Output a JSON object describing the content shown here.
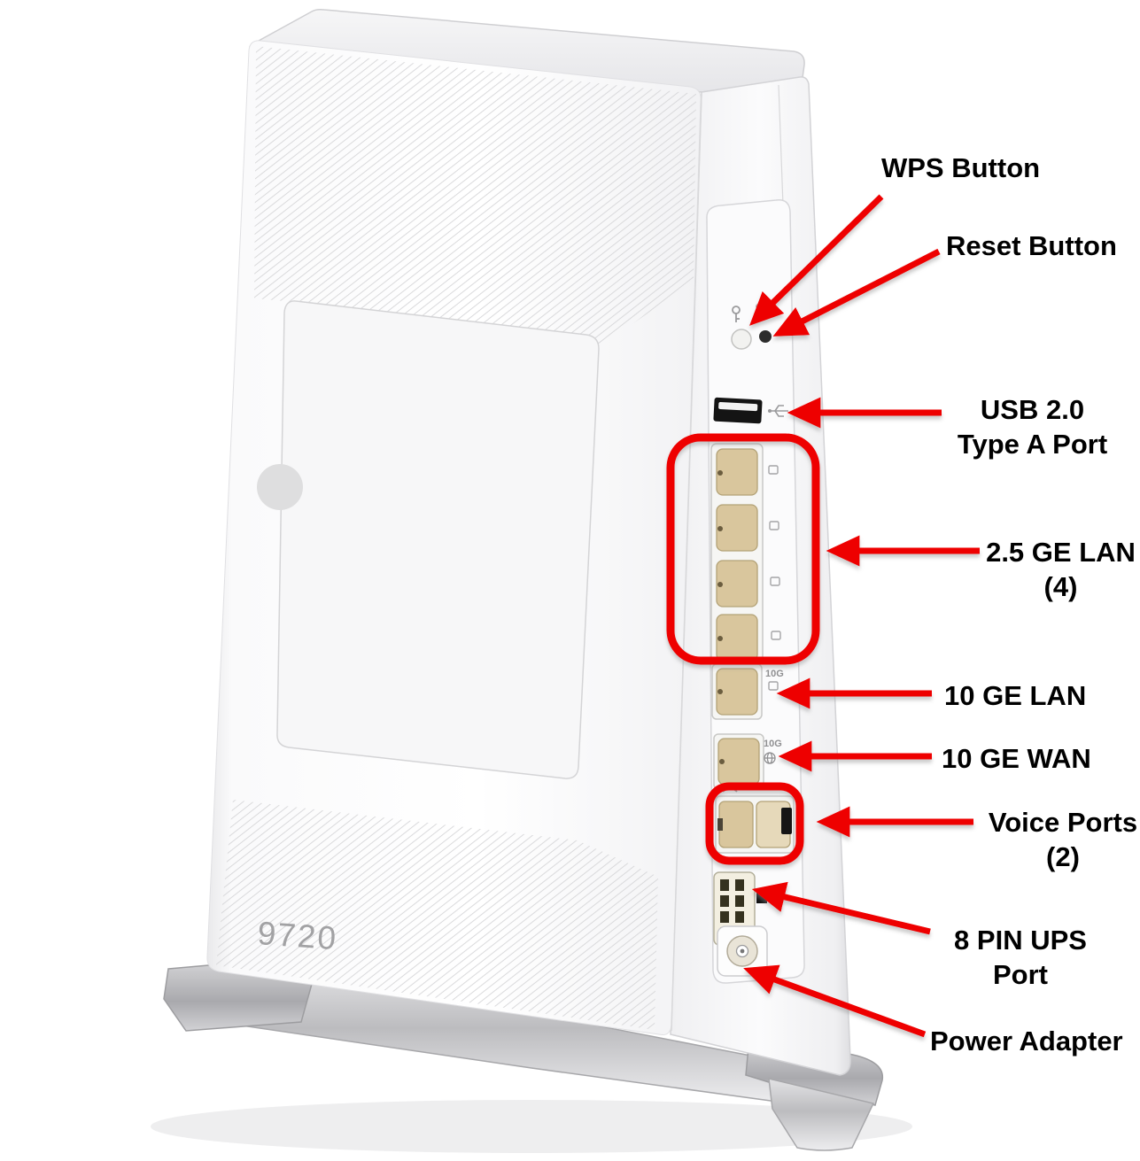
{
  "diagram": {
    "device_model": "9720",
    "markings": {
      "lan_10g": "10G",
      "wan_10g": "10G"
    }
  },
  "callouts": {
    "wps": {
      "label": "WPS Button"
    },
    "reset": {
      "label": "Reset Button"
    },
    "usb": {
      "line1": "USB 2.0",
      "line2": "Type A Port"
    },
    "lan25": {
      "line1": "2.5 GE LAN",
      "line2": "(4)"
    },
    "lan10": {
      "label": "10 GE LAN"
    },
    "wan10": {
      "label": "10 GE WAN"
    },
    "voice": {
      "line1": "Voice Ports",
      "line2": "(2)"
    },
    "ups": {
      "line1": "8 PIN UPS",
      "line2": "Port"
    },
    "power": {
      "label": "Power Adapter"
    }
  },
  "colors": {
    "annotation_red": "#ee0000",
    "label_text": "#000000",
    "port_tan": "#d9c69d",
    "device_white": "#fbfbfc",
    "stand_silver": "#c6c6c9"
  }
}
